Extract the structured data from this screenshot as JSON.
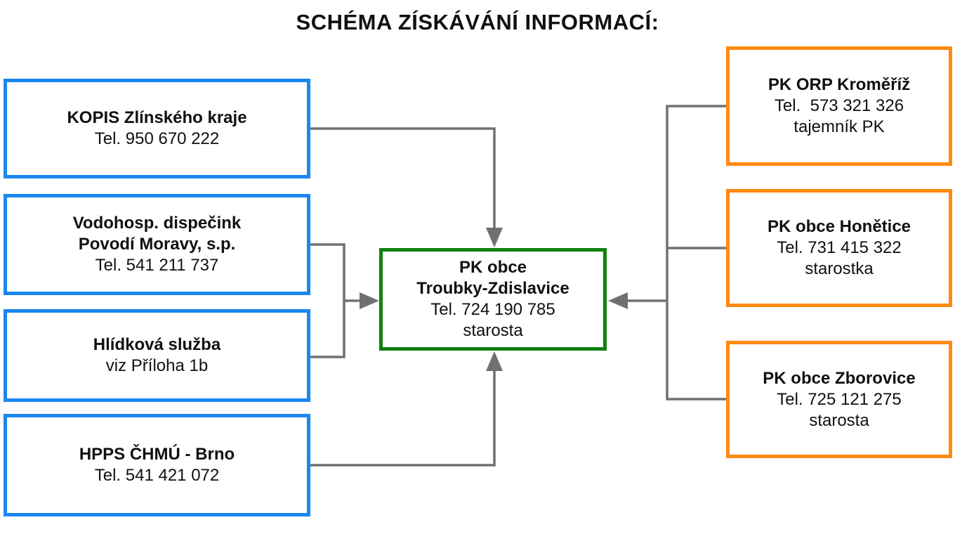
{
  "title": "SCHÉMA ZÍSKÁVÁNÍ INFORMACÍ:",
  "colors": {
    "source_border": "#1a86f0",
    "target_border": "#108010",
    "orp_border": "#ff8a12",
    "connector": "#707070"
  },
  "left_boxes": [
    {
      "name": "KOPIS Zlínského kraje",
      "line2": "Tel. 950 670 222"
    },
    {
      "name_line1": "Vodohosp. dispečink",
      "name_line2": "Povodí Moravy, s.p.",
      "line3": "Tel. 541 211 737"
    },
    {
      "name": "Hlídková služba",
      "line2": "viz Příloha 1b"
    },
    {
      "name": "HPPS ČHMÚ - Brno",
      "line2": "Tel. 541 421 072"
    }
  ],
  "center_box": {
    "line1": "PK obce",
    "line2": "Troubky-Zdislavice",
    "line3": "Tel. 724 190 785",
    "line4": "starosta"
  },
  "right_boxes": [
    {
      "name": "PK ORP Kroměříž",
      "line2": "Tel.  573 321 326",
      "line3": "tajemník PK"
    },
    {
      "name": "PK obce Honětice",
      "line2": "Tel. 731 415 322",
      "line3": "starostka"
    },
    {
      "name": "PK obce Zborovice",
      "line2": "Tel. 725 121 275",
      "line3": "starosta"
    }
  ]
}
